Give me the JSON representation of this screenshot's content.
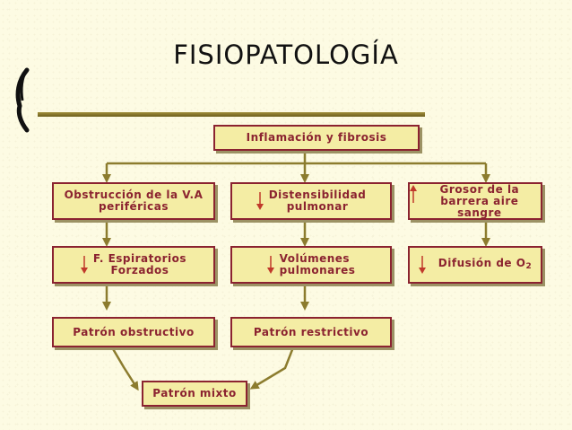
{
  "title": "FISIOPATOLOGÍA",
  "colors": {
    "background": "#fdfbe3",
    "box_fill": "#f4eda4",
    "box_border": "#8b2330",
    "text": "#8b2330",
    "connector": "#8c7c2e",
    "down_arrow": "#c0392b",
    "up_arrow": "#c0392b"
  },
  "boxes": {
    "root": "Inflamación y fibrosis",
    "obstruccion": [
      "Obstrucción de la V.A",
      "periféricas"
    ],
    "distensibilidad": [
      "Distensibilidad",
      "pulmonar"
    ],
    "grosor": [
      "Grosor de la",
      "barrera aire sangre"
    ],
    "espiratorios": [
      "F. Espiratorios",
      "Forzados"
    ],
    "volumenes": [
      "Volúmenes",
      "pulmonares"
    ],
    "difusion": "Difusión de O",
    "difusion_sub": "2",
    "obstructivo": "Patrón obstructivo",
    "restrictivo": "Patrón restrictivo",
    "mixto": "Patrón mixto"
  },
  "icons": {
    "decrease": "down-arrow-icon",
    "increase": "up-arrow-icon"
  }
}
